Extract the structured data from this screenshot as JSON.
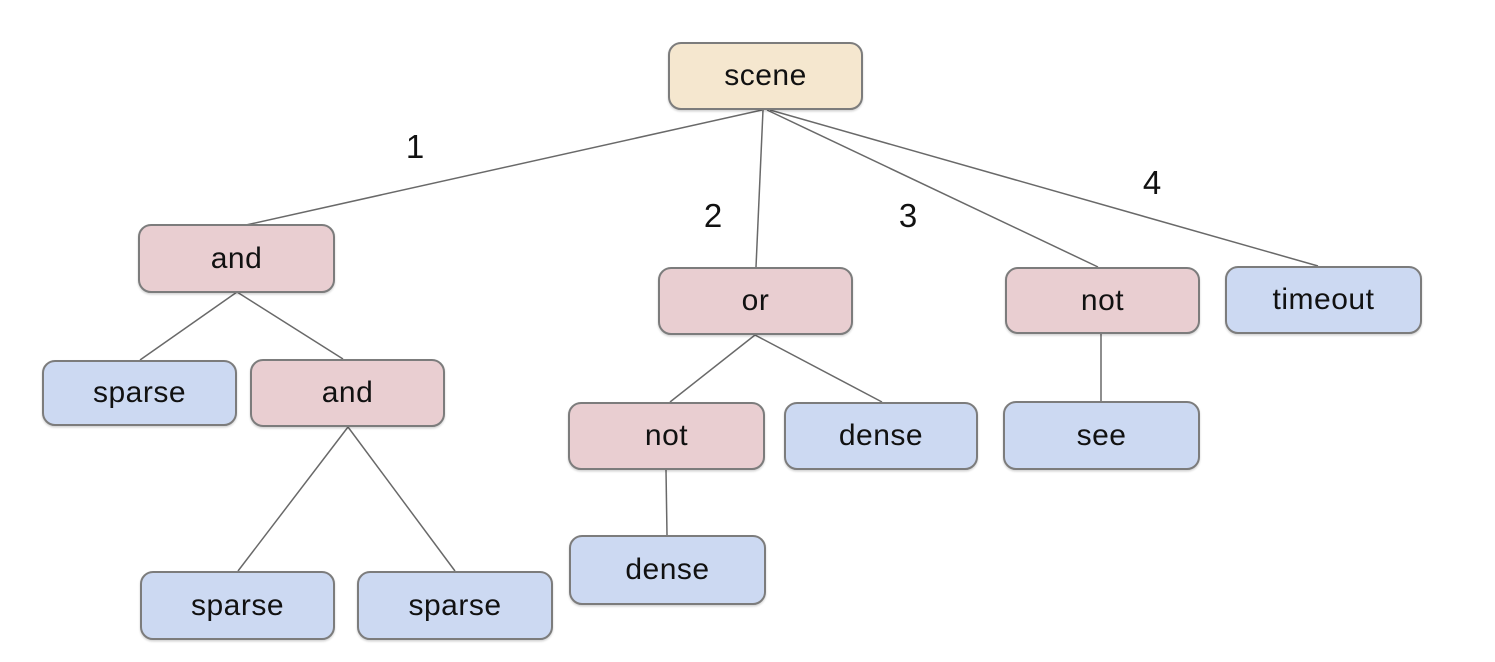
{
  "diagram_type": "tree",
  "tree": {
    "label": "scene",
    "children": [
      {
        "edge_label": "1",
        "label": "and",
        "children": [
          {
            "label": "sparse",
            "children": []
          },
          {
            "label": "and",
            "children": [
              {
                "label": "sparse",
                "children": []
              },
              {
                "label": "sparse",
                "children": []
              }
            ]
          }
        ]
      },
      {
        "edge_label": "2",
        "label": "or",
        "children": [
          {
            "label": "not",
            "children": [
              {
                "label": "dense",
                "children": []
              }
            ]
          },
          {
            "label": "dense",
            "children": []
          }
        ]
      },
      {
        "edge_label": "3",
        "label": "not",
        "children": [
          {
            "label": "see",
            "children": []
          }
        ]
      },
      {
        "edge_label": "4",
        "label": "timeout",
        "children": []
      }
    ]
  },
  "colors": {
    "page_bg": "#ffffff",
    "root_fill": "#f5e7cf",
    "operator_fill": "#e9ced1",
    "leaf_fill": "#ccd9f2",
    "border_color": "#7c7c7c",
    "edge_color": "#696969",
    "text_color": "#111111"
  }
}
